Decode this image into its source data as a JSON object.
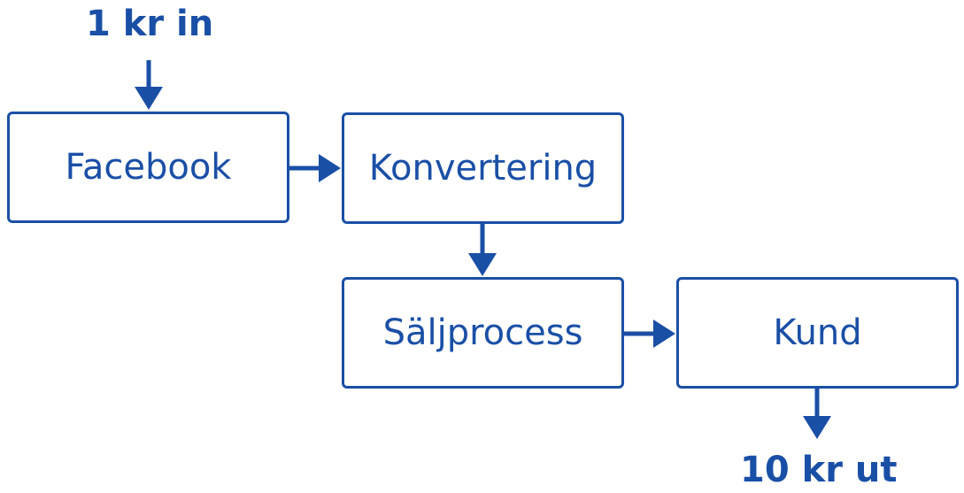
{
  "colors": {
    "primary": "#1a4fa6",
    "background": "#ffffff"
  },
  "input_label": "1 kr in",
  "output_label": "10 kr ut",
  "nodes": [
    {
      "id": "facebook",
      "label": "Facebook"
    },
    {
      "id": "konvertering",
      "label": "Konvertering"
    },
    {
      "id": "saljprocess",
      "label": "Säljprocess"
    },
    {
      "id": "kund",
      "label": "Kund"
    }
  ],
  "edges": [
    {
      "from": "input",
      "to": "facebook"
    },
    {
      "from": "facebook",
      "to": "konvertering"
    },
    {
      "from": "konvertering",
      "to": "saljprocess"
    },
    {
      "from": "saljprocess",
      "to": "kund"
    },
    {
      "from": "kund",
      "to": "output"
    }
  ]
}
